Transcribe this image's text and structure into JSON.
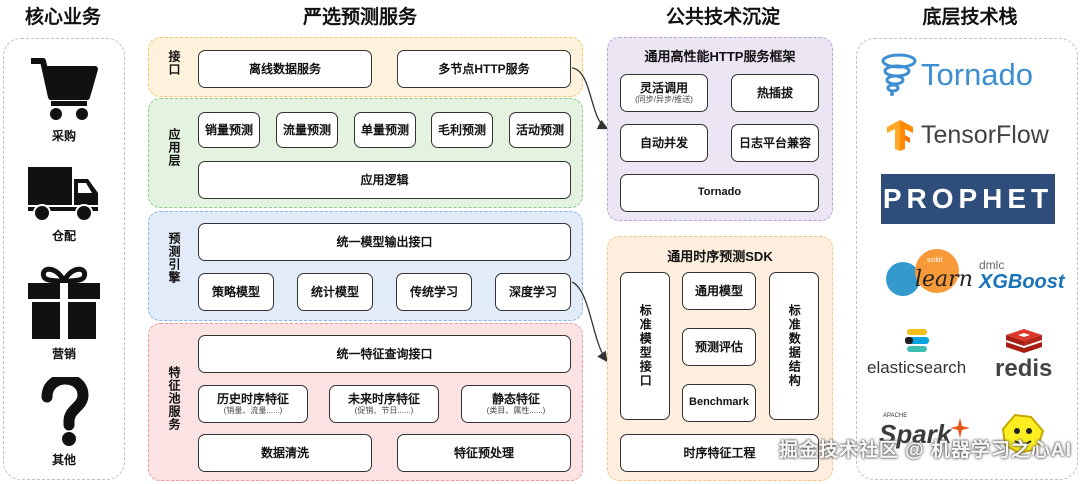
{
  "headers": {
    "core": "核心业务",
    "predict": "严选预测服务",
    "public": "公共技术沉淀",
    "stack": "底层技术栈"
  },
  "core_items": [
    {
      "label": "采购",
      "icon": "cart-icon"
    },
    {
      "label": "仓配",
      "icon": "truck-icon"
    },
    {
      "label": "营销",
      "icon": "gift-icon"
    },
    {
      "label": "其他",
      "icon": "question-icon"
    }
  ],
  "layers": {
    "interface": {
      "label": "接口",
      "color": "#f5c96a",
      "fill": "#fdf3dc",
      "boxes": [
        "离线数据服务",
        "多节点HTTP服务"
      ]
    },
    "app": {
      "label": "应用层",
      "color": "#8fc98f",
      "fill": "#e4f2e0",
      "boxes": [
        "销量预测",
        "流量预测",
        "单量预测",
        "毛利预测",
        "活动预测"
      ],
      "logic": "应用逻辑"
    },
    "engine": {
      "label": "预测引擎",
      "color": "#8fb4e6",
      "fill": "#e2ebf8",
      "top": "统一模型输出接口",
      "boxes": [
        "策略模型",
        "统计模型",
        "传统学习",
        "深度学习"
      ]
    },
    "feature": {
      "label": "特征池服务",
      "color": "#ea9a9a",
      "fill": "#fbe3e3",
      "top": "统一特征查询接口",
      "mid": [
        {
          "title": "历史时序特征",
          "sub": "(销量、流量......)"
        },
        {
          "title": "未来时序特征",
          "sub": "(促销、节日......)"
        },
        {
          "title": "静态特征",
          "sub": "(类目、属性......)"
        }
      ],
      "bottom": [
        "数据清洗",
        "特征预处理"
      ]
    }
  },
  "http_framework": {
    "title": "通用高性能HTTP服务框架",
    "color": "#b9a5d6",
    "fill": "#ebe5f4",
    "items": [
      {
        "title": "灵活调用",
        "sub": "(同步/异步/推送)"
      },
      {
        "title": "热插拔",
        "sub": ""
      },
      {
        "title": "自动并发",
        "sub": ""
      },
      {
        "title": "日志平台兼容",
        "sub": ""
      }
    ],
    "bottom": "Tornado"
  },
  "sdk": {
    "title": "通用时序预测SDK",
    "color": "#f5c58a",
    "fill": "#fdeedd",
    "left": "标准模型接口",
    "middle": [
      "通用模型",
      "预测评估",
      "Benchmark"
    ],
    "right": "标准数据结构",
    "bottom": "时序特征工程"
  },
  "stack": {
    "tornado": "Tornado",
    "tensorflow": "TensorFlow",
    "prophet": "PROPHET",
    "sklearn": "learn",
    "sklearn_small": "scikit",
    "xgb_top": "dmlc",
    "xgb": "XGBoost",
    "elastic": "elasticsearch",
    "redis": "redis",
    "spark": "Spark",
    "spark_small": "APACHE"
  },
  "watermark": "掘金技术社区 @ 机器学习之心AI"
}
